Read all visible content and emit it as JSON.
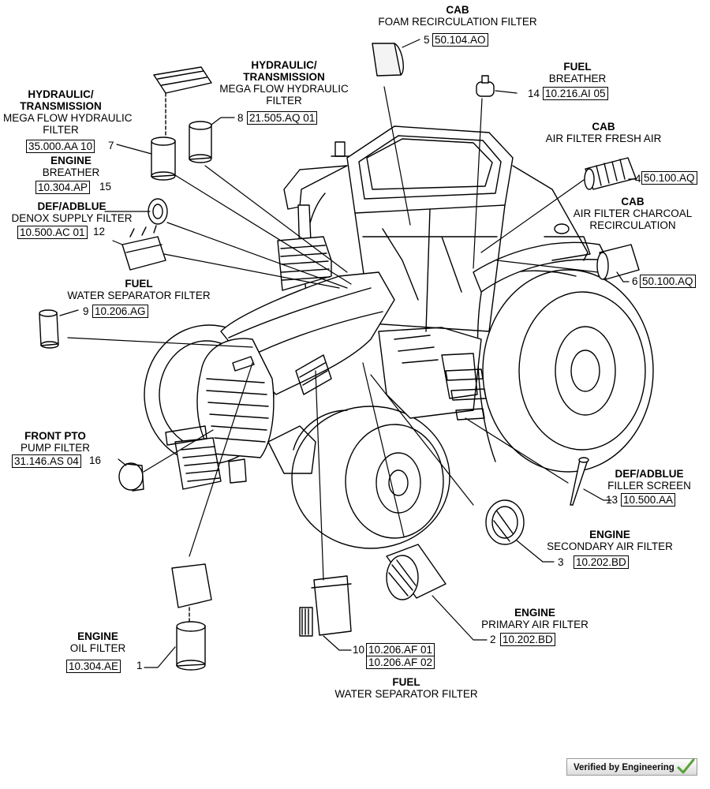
{
  "callouts": [
    {
      "item": "1",
      "category": "ENGINE",
      "description": "OIL FILTER",
      "codes": [
        "10.304.AE"
      ]
    },
    {
      "item": "2",
      "category": "ENGINE",
      "description": "PRIMARY AIR FILTER",
      "codes": [
        "10.202.BD"
      ]
    },
    {
      "item": "3",
      "category": "ENGINE",
      "description": "SECONDARY AIR FILTER",
      "codes": [
        "10.202.BD"
      ]
    },
    {
      "item": "4",
      "category": "CAB",
      "description": "AIR FILTER FRESH AIR",
      "codes": [
        "50.100.AQ"
      ]
    },
    {
      "item": "5",
      "category": "CAB",
      "description": "FOAM RECIRCULATION FILTER",
      "codes": [
        "50.104.AO"
      ]
    },
    {
      "item": "6",
      "category": "CAB",
      "description_lines": [
        "AIR FILTER CHARCOAL",
        "RECIRCULATION"
      ],
      "codes": [
        "50.100.AQ"
      ]
    },
    {
      "item": "7",
      "category_lines": [
        "HYDRAULIC/",
        "TRANSMISSION"
      ],
      "description_lines": [
        "MEGA FLOW HYDRAULIC",
        "FILTER"
      ],
      "codes": [
        "35.000.AA 10"
      ]
    },
    {
      "item": "8",
      "category_lines": [
        "HYDRAULIC/",
        "TRANSMISSION"
      ],
      "description_lines": [
        "MEGA FLOW HYDRAULIC",
        "FILTER"
      ],
      "codes": [
        "21.505.AQ 01"
      ]
    },
    {
      "item": "9",
      "category": "FUEL",
      "description": "WATER SEPARATOR FILTER",
      "codes": [
        "10.206.AG"
      ]
    },
    {
      "item": "10",
      "category": "FUEL",
      "description": "WATER SEPARATOR FILTER",
      "codes": [
        "10.206.AF 01",
        "10.206.AF 02"
      ]
    },
    {
      "item": "12",
      "category": "DEF/ADBLUE",
      "description": "DENOX SUPPLY FILTER",
      "codes": [
        "10.500.AC 01"
      ]
    },
    {
      "item": "13",
      "category": "DEF/ADBLUE",
      "description": "FILLER SCREEN",
      "codes": [
        "10.500.AA"
      ]
    },
    {
      "item": "14",
      "category": "FUEL",
      "description": "BREATHER",
      "codes": [
        "10.216.AI 05"
      ]
    },
    {
      "item": "15",
      "category": "ENGINE",
      "description": "BREATHER",
      "codes": [
        "10.304.AP"
      ]
    },
    {
      "item": "16",
      "category": "FRONT PTO",
      "description": "PUMP FILTER",
      "codes": [
        "31.146.AS 04"
      ]
    }
  ],
  "badge": {
    "text": "Verified by Engineering",
    "icon": "checkmark-icon"
  }
}
